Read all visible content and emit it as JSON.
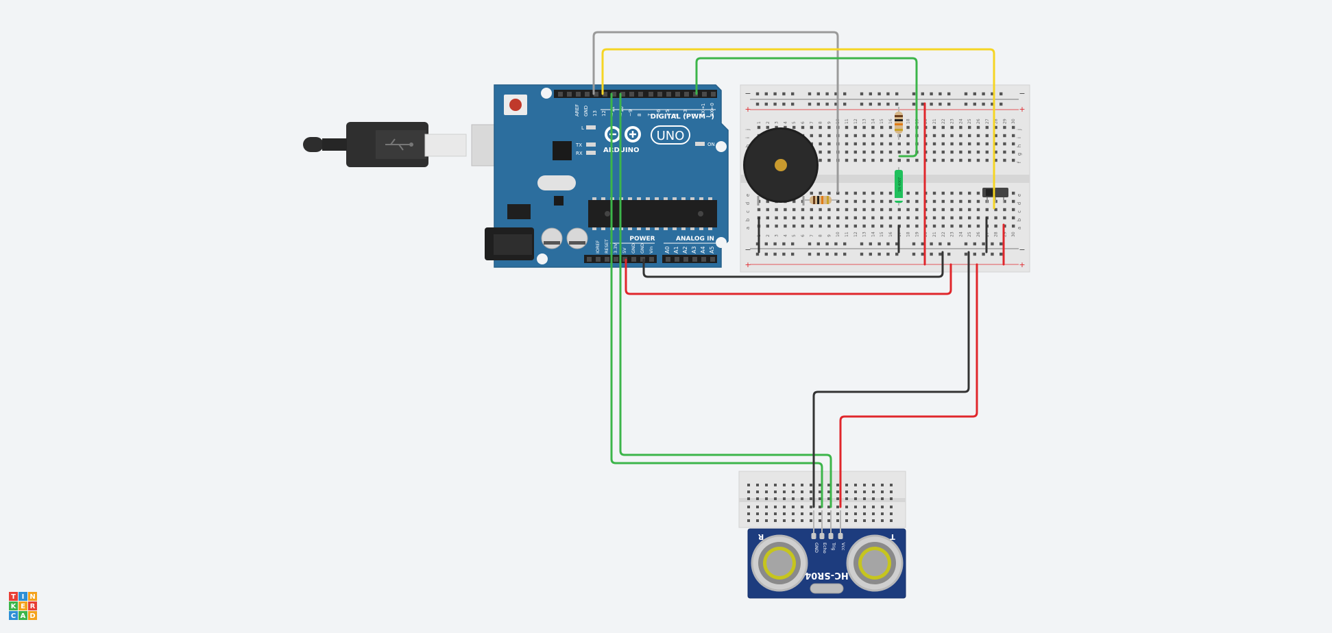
{
  "colors": {
    "canvas": "#f2f4f6",
    "board": "#2c6e9e",
    "breadboard": "#e6e6e6",
    "wire_gray": "#9a9a9a",
    "wire_yellow": "#f5d524",
    "wire_green": "#3cb54a",
    "wire_red": "#e0262b",
    "wire_black": "#333333",
    "sensor": "#1d3c7e"
  },
  "arduino": {
    "top_pins": [
      "AREF",
      "GND",
      "13",
      "12",
      "~11",
      "~10",
      "~9",
      "8",
      "7",
      "~6",
      "~5",
      "4",
      "~3",
      "2",
      "TX→1",
      "RX←0"
    ],
    "digital_label": "DIGITAL (PWM~)",
    "led_l": "L",
    "led_tx": "TX",
    "led_rx": "RX",
    "led_on": "ON",
    "brand": "ARDUINO",
    "model": "UNO",
    "power_label": "POWER",
    "analog_label": "ANALOG IN",
    "power_pins": [
      "IOREF",
      "RESET",
      "3.3V",
      "5V",
      "GND",
      "GND",
      "Vin"
    ],
    "analog_pins": [
      "A0",
      "A1",
      "A2",
      "A3",
      "A4",
      "A5"
    ]
  },
  "breadboard": {
    "row_letters_top": [
      "j",
      "i",
      "h",
      "g",
      "f"
    ],
    "row_letters_bottom": [
      "e",
      "d",
      "c",
      "b",
      "a"
    ],
    "col_numbers": [
      "1",
      "2",
      "3",
      "4",
      "5",
      "6",
      "7",
      "8",
      "9",
      "10",
      "11",
      "12",
      "13",
      "14",
      "15",
      "16",
      "17",
      "18",
      "19",
      "20",
      "21",
      "22",
      "23",
      "24",
      "25",
      "26",
      "27",
      "28",
      "29",
      "30"
    ],
    "rail_minus": "−",
    "rail_plus": "+"
  },
  "diode_label": "1N 4007",
  "sensor": {
    "model": "HC-SR04",
    "pins": [
      "GND",
      "Echo",
      "Trig",
      "Vcc"
    ],
    "left_mark": "R",
    "right_mark": "T"
  },
  "logo": [
    "T",
    "I",
    "N",
    "K",
    "E",
    "R",
    "C",
    "A",
    "D"
  ]
}
